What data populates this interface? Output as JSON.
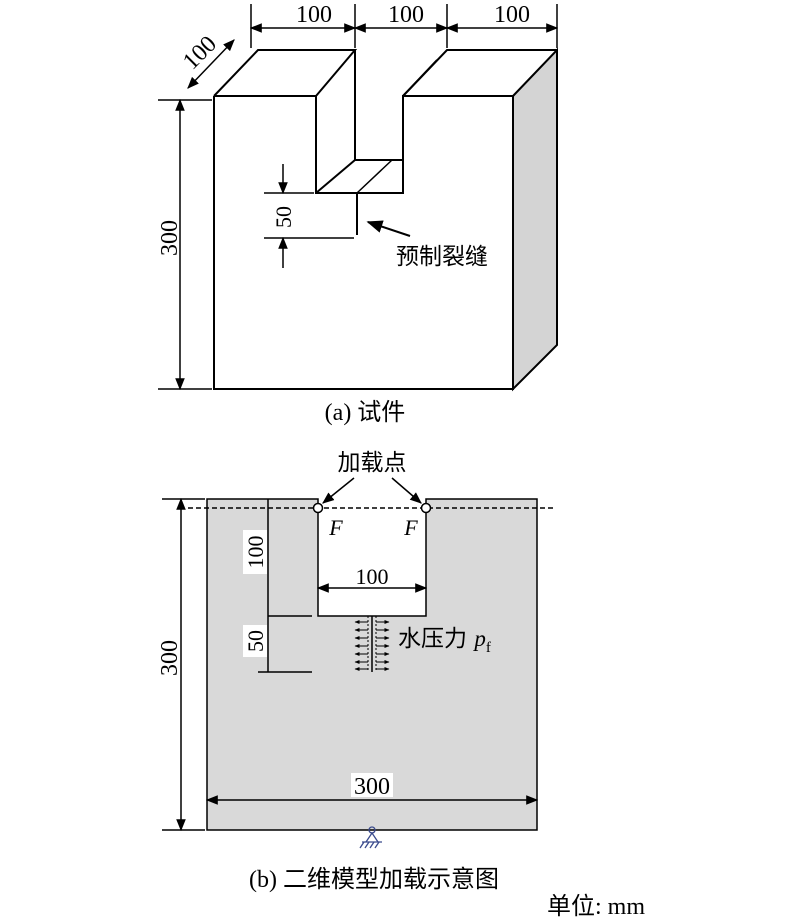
{
  "figure_a": {
    "dim_top_1": "100",
    "dim_top_2": "100",
    "dim_top_3": "100",
    "dim_depth": "100",
    "dim_height": "300",
    "dim_crack": "50",
    "crack_label": "预制裂缝",
    "caption": "(a) 试件"
  },
  "figure_b": {
    "loading_points_label": "加载点",
    "force_left": "F",
    "force_right": "F",
    "dim_notch_depth": "100",
    "dim_notch_width": "100",
    "dim_crack": "50",
    "dim_height": "300",
    "dim_width": "300",
    "water_pressure_label": "水压力 ",
    "water_pressure_symbol": "p",
    "water_pressure_subscript": "f",
    "caption": "(b) 二维模型加载示意图"
  },
  "unit_note": "单位: mm",
  "colors": {
    "fill_gray": "#d9d9d9",
    "side_face": "#d4d4d4",
    "support": "#3a4a8c"
  }
}
